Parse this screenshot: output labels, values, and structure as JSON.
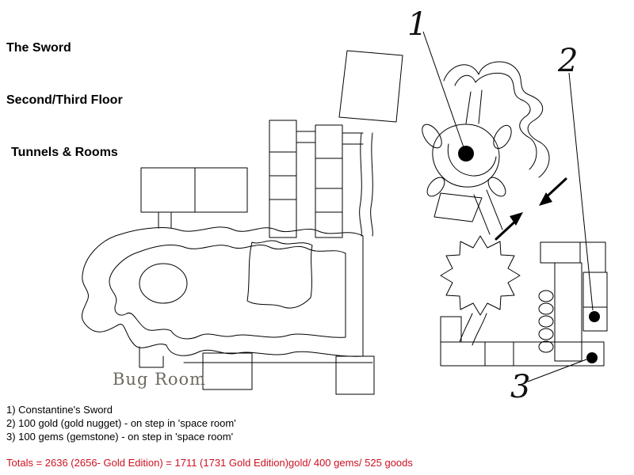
{
  "title": {
    "line1": "The Sword",
    "line2": "Second/Third Floor",
    "line3": "Tunnels & Rooms"
  },
  "map": {
    "bug_room_label": "Bug Room",
    "markers": [
      {
        "number": "1",
        "symbol": "filled-dot"
      },
      {
        "number": "2",
        "symbol": "filled-dot"
      },
      {
        "number": "3",
        "symbol": "filled-dot"
      }
    ],
    "symbols": {
      "passage_arrows": "two opposing hand-drawn arrows",
      "stairs_coil": "spiral-coil-stairs"
    }
  },
  "legend": {
    "items": [
      "1) Constantine's Sword",
      "2) 100 gold (gold nugget) - on step in 'space room'",
      "3) 100 gems (gemstone) - on step in 'space room'"
    ]
  },
  "totals": {
    "text": "Totals = 2636 (2656- Gold Edition) = 1711 (1731 Gold Edition)gold/ 400 gems/ 525 goods",
    "color": "#cc1122"
  },
  "colors": {
    "background": "#ffffff",
    "map_stroke": "#000000",
    "bug_room_text": "#6e6a60"
  }
}
